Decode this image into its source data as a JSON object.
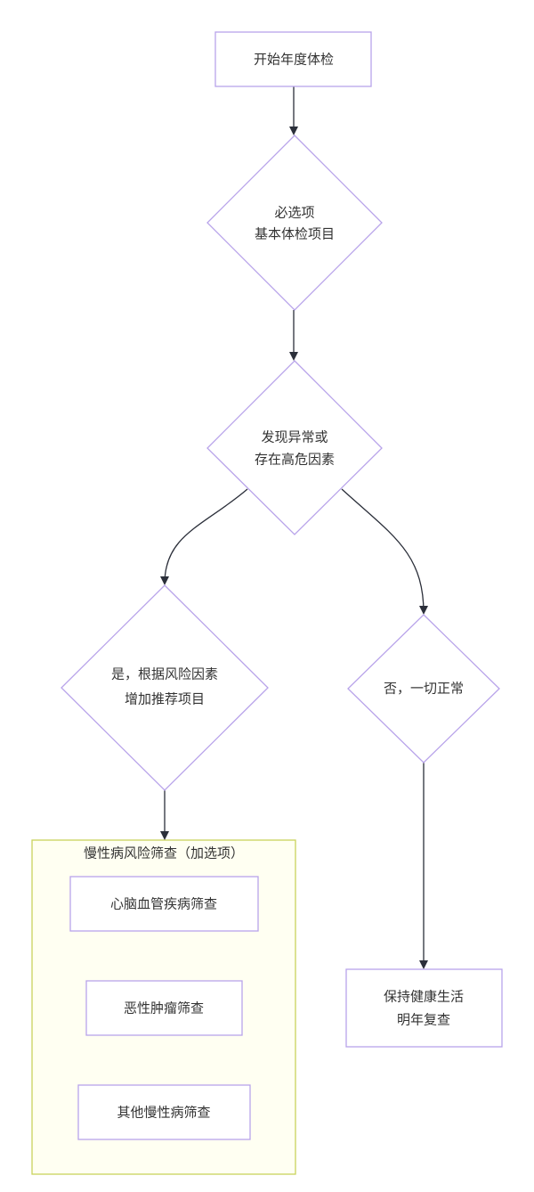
{
  "nodes": {
    "start": "开始年度体检",
    "basic_line1": "必选项",
    "basic_line2": "基本体检项目",
    "decision_line1": "发现异常或",
    "decision_line2": "存在高危因素",
    "yes_line1": "是，根据风险因素",
    "yes_line2": "增加推荐项目",
    "no": "否，一切正常",
    "end_line1": "保持健康生活",
    "end_line2": "明年复查"
  },
  "cluster": {
    "title": "慢性病风险筛查（加选项）",
    "items": [
      "心脑血管疾病筛查",
      "恶性肿瘤筛查",
      "其他慢性病筛查"
    ]
  },
  "colors": {
    "node_stroke": "#b8a3ea",
    "cluster_fill": "#fffff2",
    "cluster_stroke": "#c9d35c",
    "edge": "#2b2f3a"
  }
}
